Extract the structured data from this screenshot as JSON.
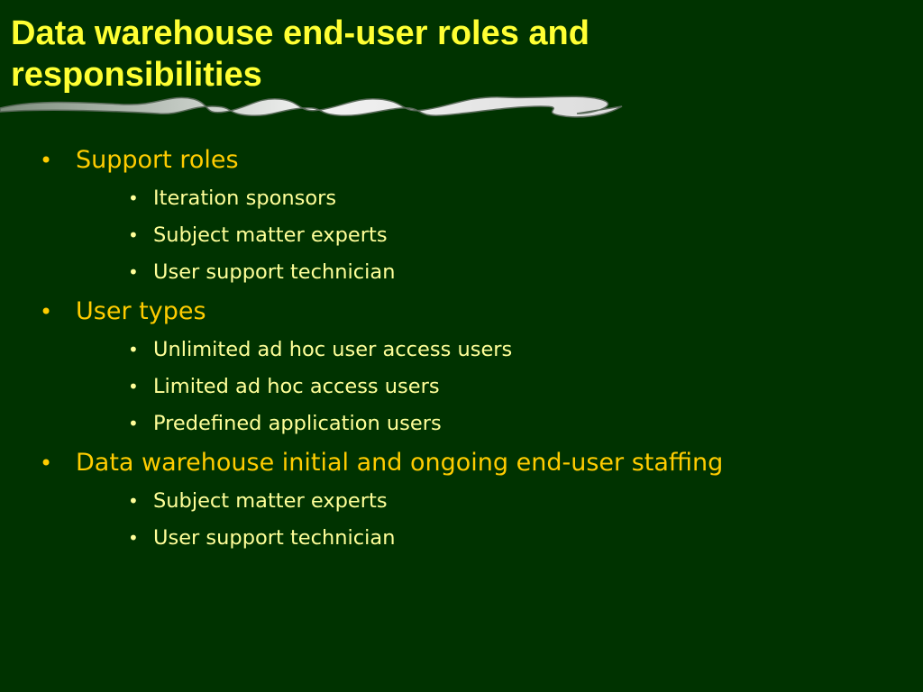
{
  "slide": {
    "title": "Data warehouse end-user roles and responsibilities",
    "bullet_glyph": "•",
    "sections": [
      {
        "label": "Support roles",
        "items": [
          "Iteration sponsors",
          "Subject matter experts",
          "User support technician"
        ]
      },
      {
        "label": "User types",
        "items": [
          "Unlimited ad hoc user access users",
          "Limited ad hoc access users",
          "Predefined application users"
        ]
      },
      {
        "label": "Data warehouse initial and ongoing end-user staffing",
        "items": [
          "Subject matter experts",
          "User support technician"
        ]
      }
    ]
  },
  "colors": {
    "background": "#003300",
    "title": "#ffff33",
    "level1": "#ffcc00",
    "level2": "#ffff99",
    "wave_light": "#e8e8e8",
    "wave_dark": "#8a9a8a"
  },
  "icons": {
    "title_underline": "wavy-ribbon-decoration"
  }
}
